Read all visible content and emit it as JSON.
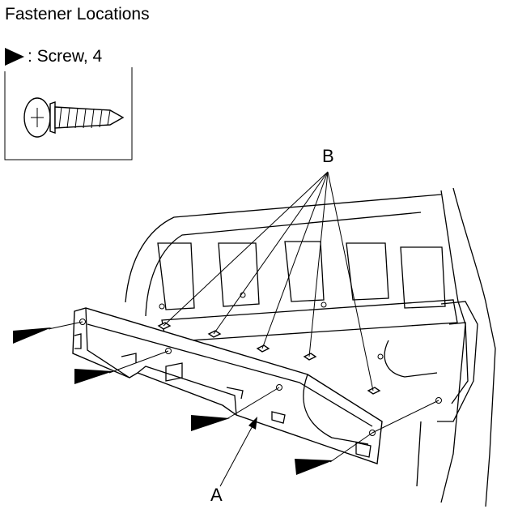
{
  "title": "Fastener Locations",
  "legend": {
    "symbol": "filled-triangle-arrow",
    "text": ": Screw, 4"
  },
  "callouts": {
    "a": "A",
    "b": "B"
  },
  "icons": {
    "screw": "screw-icon",
    "arrow": "triangle-arrow-icon"
  }
}
